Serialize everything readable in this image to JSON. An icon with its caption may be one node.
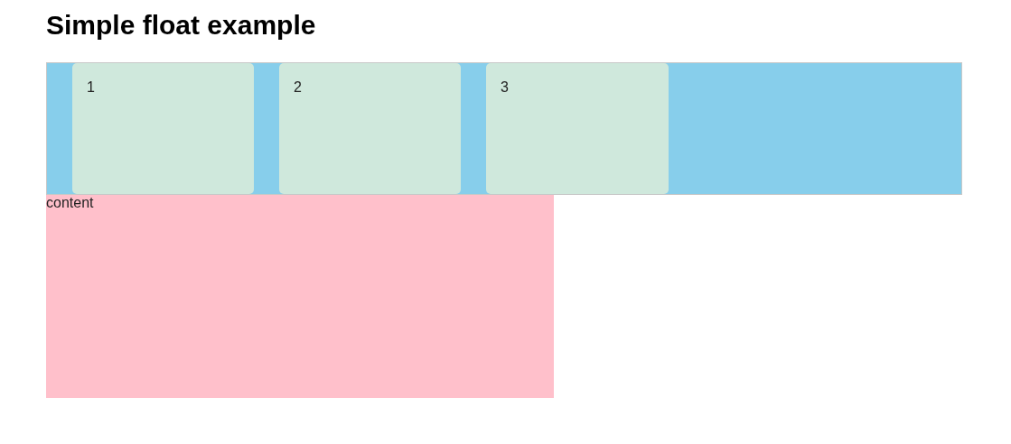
{
  "diagram": {
    "title": "Simple float example",
    "nodes": [
      {
        "text": [],
        "shape": "box"
      },
      {
        "text": [
          "1"
        ],
        "in": 0
      },
      {
        "text": [
          "2"
        ],
        "in": 0
      },
      {
        "text": [
          "3"
        ],
        "in": 0
      },
      {
        "text": [
          "content"
        ]
      }
    ]
  }
}
